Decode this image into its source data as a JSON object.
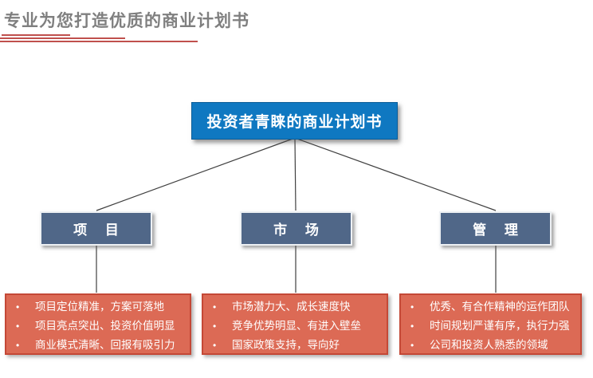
{
  "header": {
    "title": "专业为您打造优质的商业计划书"
  },
  "root": {
    "label": "投资者青睐的商业计划书"
  },
  "branches": [
    {
      "label": "项 目",
      "points": [
        "项目定位精准，方案可落地",
        "项目亮点突出、投资价值明显",
        "商业模式清晰、回报有吸引力"
      ]
    },
    {
      "label": "市 场",
      "points": [
        "市场潜力大、成长速度快",
        "竞争优势明显、有进入壁垒",
        "国家政策支持，导向好"
      ]
    },
    {
      "label": "管 理",
      "points": [
        "优秀、有合作精神的运作团队",
        "时间规划严谨有序，执行力强",
        "公司和投资人熟悉的领域"
      ]
    }
  ],
  "bullet_char": "•",
  "colors": {
    "root_blue": "#0f78c1",
    "branch_slate": "#506788",
    "detail_fill": "#dc6a55",
    "detail_border": "#c44836",
    "title_gray": "#7f7f7f",
    "underline_red": "#c0504d",
    "connector_gray": "#404040"
  }
}
